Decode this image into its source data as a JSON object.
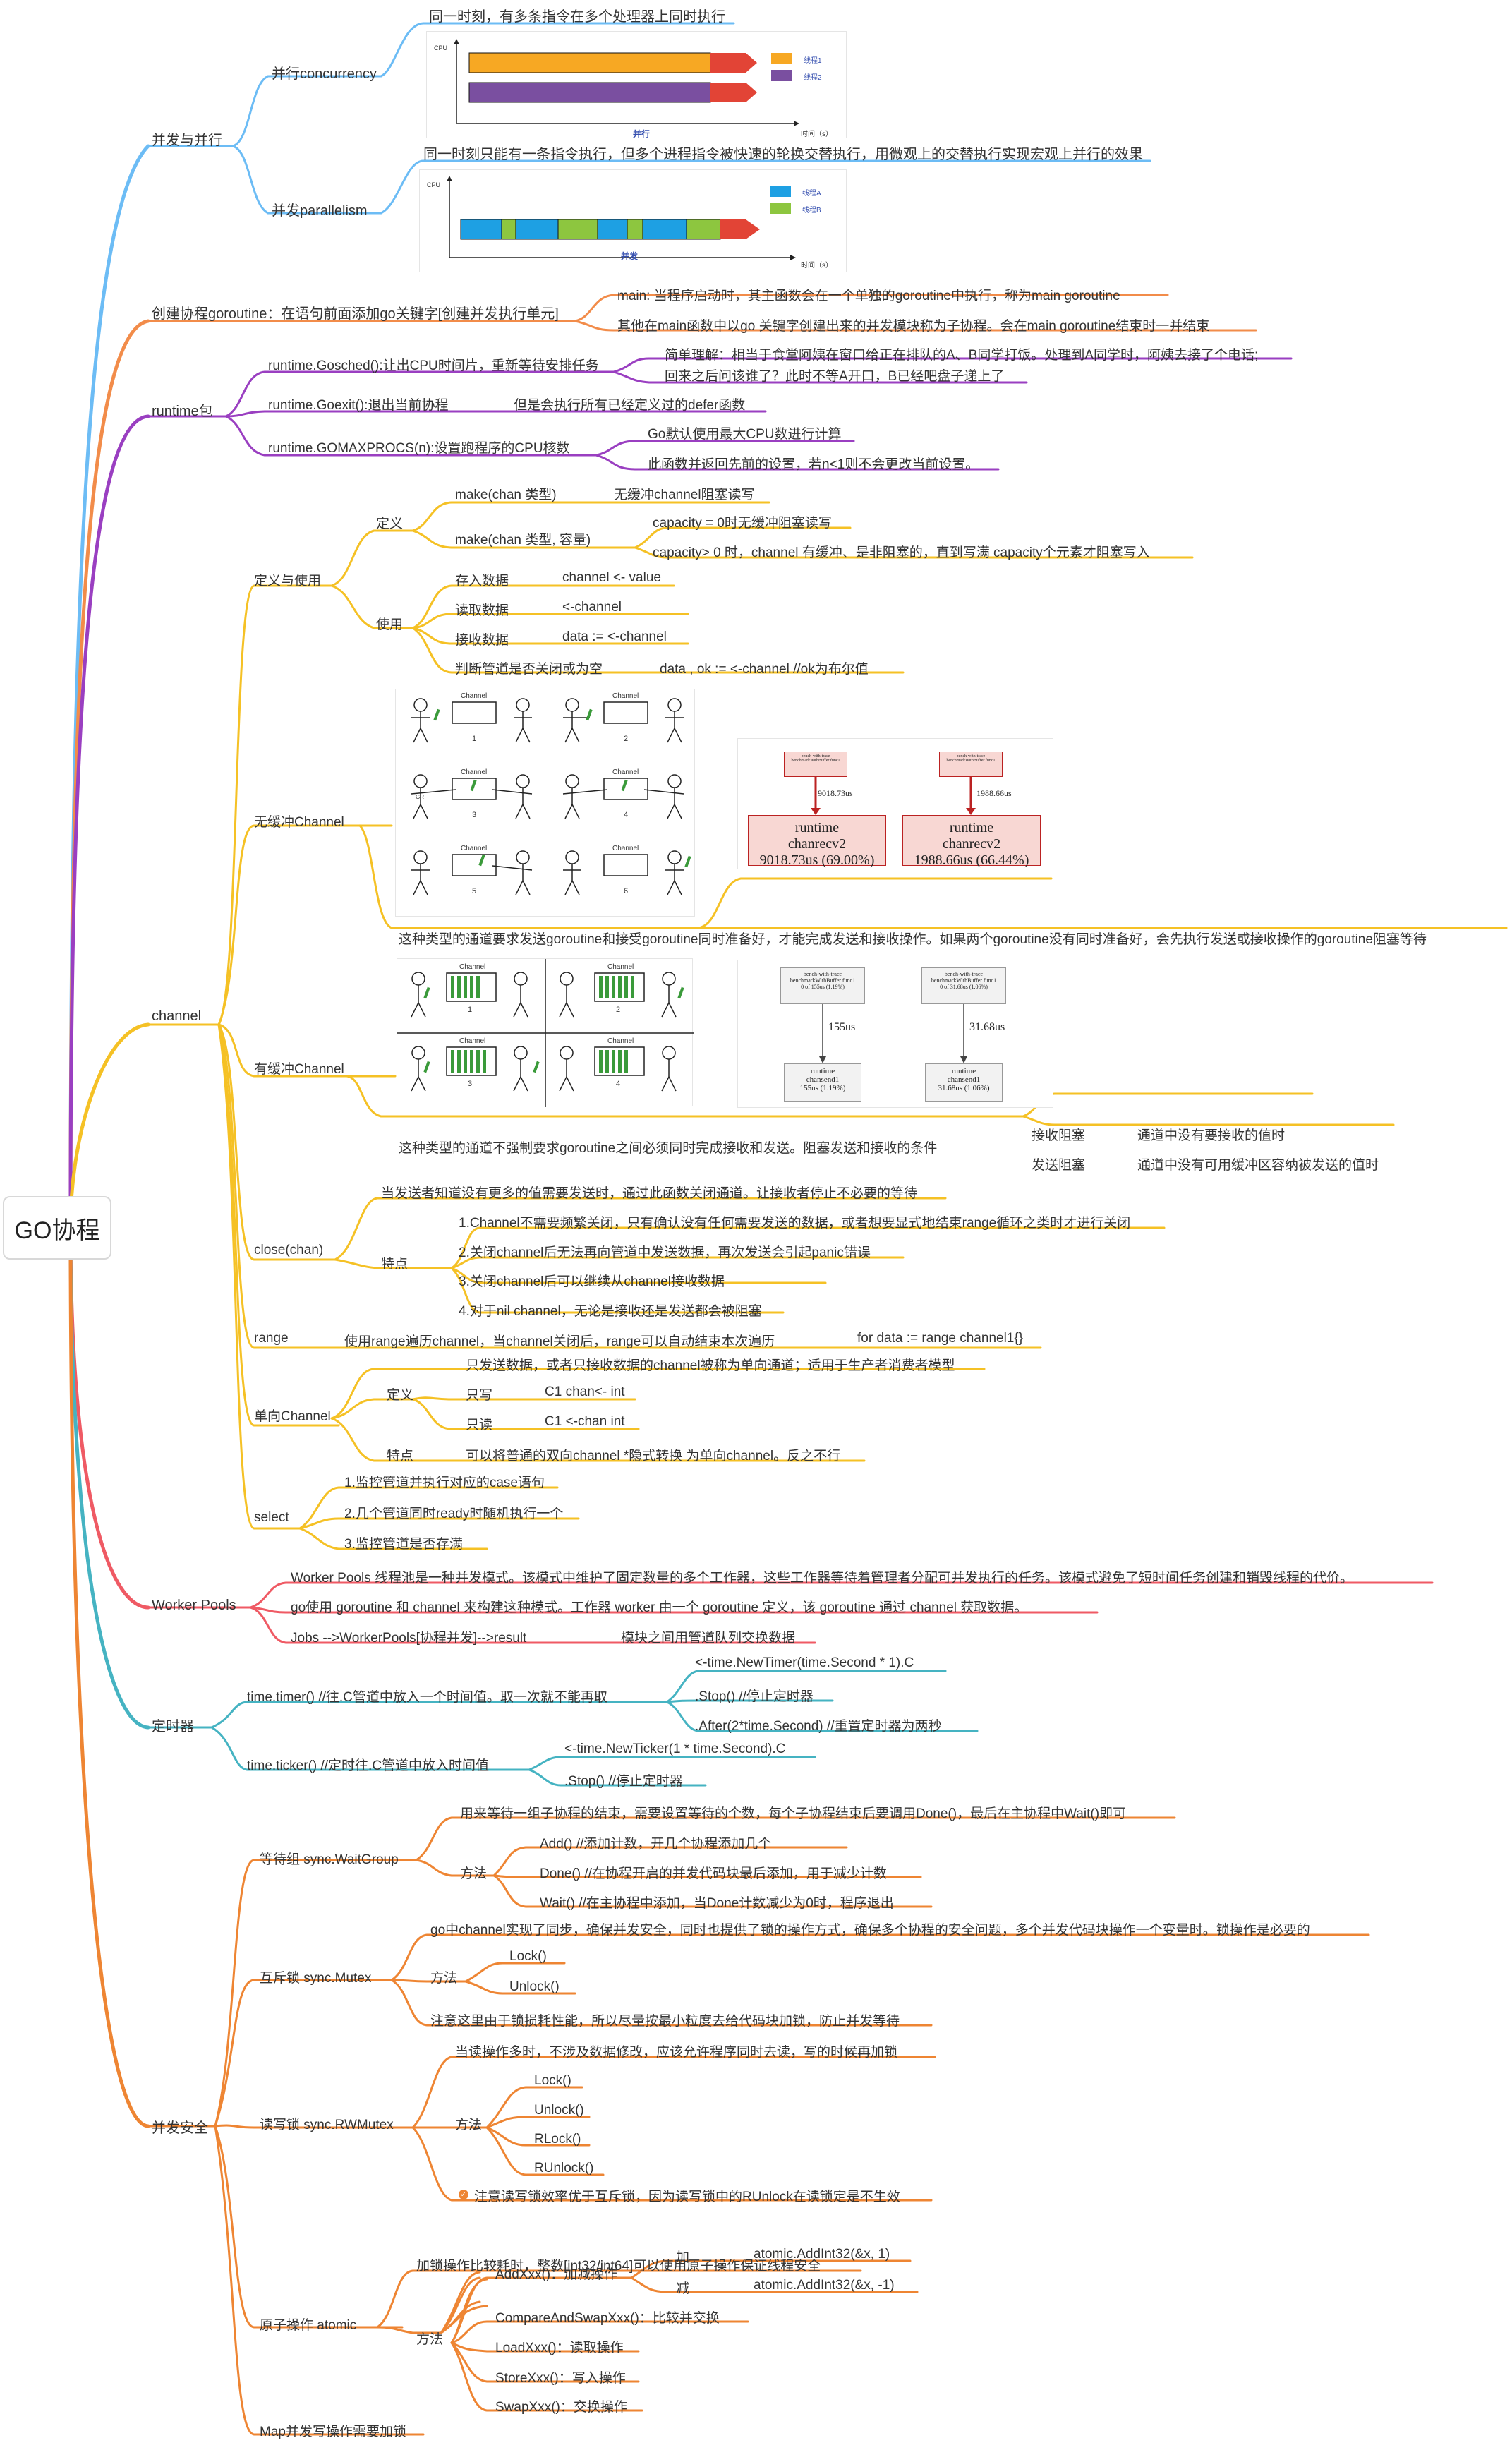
{
  "root": "GO协程",
  "colors": {
    "blue": "#6cbcf5",
    "orange": "#f28c4a",
    "purple": "#9a3fc1",
    "yellow": "#f5c125",
    "red": "#ef5a64",
    "teal": "#45b3c2",
    "orange2": "#ee8533"
  },
  "branches": {
    "concurrency": {
      "label": "并发与并行",
      "conc_label": "并行concurrency",
      "conc_desc": "同一时刻，有多条指令在多个处理器上同时执行",
      "conc_img": {
        "cpu": "CPU",
        "x_label": "并行",
        "t_label": "时间（s）",
        "legend1": "线程1",
        "legend2": "线程2"
      },
      "para_label": "并发parallelism",
      "para_desc": "同一时刻只能有一条指令执行，但多个进程指令被快速的轮换交替执行，用微观上的交替执行实现宏观上并行的效果",
      "para_img": {
        "cpu": "CPU",
        "x_label": "并发",
        "t_label": "时间（s）",
        "legend1": "线程A",
        "legend2": "线程B"
      }
    },
    "create": {
      "label": "创建协程goroutine：在语句前面添加go关键字[创建并发执行单元]",
      "main": "main: 当程序启动时，其主函数会在一个单独的goroutine中执行，称为main goroutine",
      "other": "其他在main函数中以go 关键字创建出来的并发模块称为子协程。会在main goroutine结束时一并结束"
    },
    "runtime": {
      "label": "runtime包",
      "gosched": "runtime.Gosched():让出CPU时间片，重新等待安排任务",
      "gosched_note1": "简单理解：相当于食堂阿姨在窗口给正在排队的A、B同学打饭。处理到A同学时，阿姨去接了个电话;",
      "gosched_note2": "回来之后问该谁了？此时不等A开口，B已经吧盘子递上了",
      "goexit": "runtime.Goexit():退出当前协程",
      "goexit_note": "但是会执行所有已经定义过的defer函数",
      "gomax": "runtime.GOMAXPROCS(n):设置跑程序的CPU核数",
      "gomax_note1": "Go默认使用最大CPU数进行计算",
      "gomax_note2": "此函数并返回先前的设置，若n<1则不会更改当前设置。"
    },
    "channel": {
      "label": "channel",
      "def_use": "定义与使用",
      "define": "定义",
      "make1": "make(chan 类型)",
      "make1_note": "无缓冲channel阻塞读写",
      "make2": "make(chan 类型, 容量)",
      "make2_note1": "capacity = 0时无缓冲阻塞读写",
      "make2_note2": "capacity> 0 时，channel 有缓冲、是非阻塞的，直到写满 capacity个元素才阻塞写入",
      "use": "使用",
      "store": "存入数据",
      "store_code": "channel <- value",
      "read": "读取数据",
      "read_code": "<-channel",
      "recv": "接收数据",
      "recv_code": "data := <-channel",
      "judge": "判断管道是否关闭或为空",
      "judge_code": "data , ok := <-channel //ok为布尔值",
      "unbuf": "无缓冲Channel",
      "unbuf_desc": "这种类型的通道要求发送goroutine和接受goroutine同时准备好，才能完成发送和接收操作。如果两个goroutine没有同时准备好，会先执行发送或接收操作的goroutine阻塞等待",
      "unbuf_img": {
        "ch": "Channel",
        "gr": "GR",
        "n1": "1",
        "n2": "2",
        "n3": "3",
        "n4": "4",
        "n5": "5",
        "n6": "6",
        "b1_title": "bench-with-trace benchmarkWithBuffer func1",
        "b1_val": "9018.73us",
        "b1_node1": "runtime",
        "b1_node2": "chanrecv2",
        "b1_node3": "9018.73us (69.00%)",
        "b2_title": "bench-with-trace benchmarkWithBuffer func1",
        "b2_val": "1988.66us",
        "b2_node1": "runtime",
        "b2_node2": "chanrecv2",
        "b2_node3": "1988.66us (66.44%)"
      },
      "buf": "有缓冲Channel",
      "buf_desc": "这种类型的通道不强制要求goroutine之间必须同时完成接收和发送。阻塞发送和接收的条件",
      "buf_recv_block": "接收阻塞",
      "buf_recv_note": "通道中没有要接收的值时",
      "buf_send_block": "发送阻塞",
      "buf_send_note": "通道中没有可用缓冲区容纳被发送的值时",
      "buf_img": {
        "b1_title": "bench-with-trace benchmarkWithBuffer func1",
        "b1_sub": "0 of 155us (1.19%)",
        "b1_val": "155us",
        "b1_node1": "runtime",
        "b1_node2": "chansend1",
        "b1_node3": "155us (1.19%)",
        "b2_title": "bench-with-trace benchmarkWithBuffer func1",
        "b2_sub": "0 of 31.68us (1.06%)",
        "b2_val": "31.68us",
        "b2_node1": "runtime",
        "b2_node2": "chansend1",
        "b2_node3": "31.68us (1.06%)"
      },
      "close": "close(chan)",
      "close_desc": "当发送者知道没有更多的值需要发送时，通过此函数关闭通道。让接收者停止不必要的等待",
      "close_feat": "特点",
      "close_f1": "1.Channel不需要频繁关闭，只有确认没有任何需要发送的数据，或者想要显式地结束range循环之类时才进行关闭",
      "close_f2": "2.关闭channel后无法再向管道中发送数据，再次发送会引起panic错误",
      "close_f3": "3.关闭channel后可以继续从channel接收数据",
      "close_f4": "4.对于nil channel，无论是接收还是发送都会被阻塞",
      "range": "range",
      "range_desc": "使用range遍历channel，当channel关闭后，range可以自动结束本次遍历",
      "range_code": "for data := range channel1{}",
      "single": "单向Channel",
      "single_def": "定义",
      "single_def_desc": "只发送数据，或者只接收数据的channel被称为单向通道；适用于生产者消费者模型",
      "write_only": "只写",
      "write_code": "C1 chan<- int",
      "read_only": "只读",
      "read_code2": "C1 <-chan int",
      "single_feat": "特点",
      "single_feat_desc": "可以将普通的双向channel *隐式转换 为单向channel。反之不行",
      "select": "select",
      "select1": "1.监控管道并执行对应的case语句",
      "select2": "2.几个管道同时ready时随机执行一个",
      "select3": "3.监控管道是否存满"
    },
    "pools": {
      "label": "Worker Pools",
      "desc1": "Worker Pools 线程池是一种并发模式。该模式中维护了固定数量的多个工作器，这些工作器等待着管理者分配可并发执行的任务。该模式避免了短时间任务创建和销毁线程的代价。",
      "desc2": "go使用 goroutine 和 channel 来构建这种模式。工作器 worker 由一个 goroutine 定义，该 goroutine 通过 channel 获取数据。",
      "jobs": "Jobs -->WorkerPools[协程并发]-->result",
      "jobs_note": "模块之间用管道队列交换数据"
    },
    "timer": {
      "label": "定时器",
      "timer": "time.timer() //往.C管道中放入一个时间值。取一次就不能再取",
      "t1": "<-time.NewTimer(time.Second * 1).C",
      "t2": ".Stop() //停止定时器",
      "t3": ".After(2*time.Second) //重置定时器为两秒",
      "ticker": "time.ticker() //定时往.C管道中放入时间值",
      "k1": "<-time.NewTicker(1 * time.Second).C",
      "k2": ".Stop() //停止定时器"
    },
    "safety": {
      "label": "并发安全",
      "wg": "等待组 sync.WaitGroup",
      "wg_desc": "用来等待一组子协程的结束，需要设置等待的个数，每个子协程结束后要调用Done()，最后在主协程中Wait()即可",
      "wg_method": "方法",
      "wg_add": "Add() //添加计数，开几个协程添加几个",
      "wg_done": "Done() //在协程开启的并发代码块最后添加，用于减少计数",
      "wg_wait": "Wait() //在主协程中添加，当Done计数减少为0时，程序退出",
      "mutex": "互斥锁 sync.Mutex",
      "mutex_desc": "go中channel实现了同步，确保并发安全，同时也提供了锁的操作方式，确保多个协程的安全问题，多个并发代码块操作一个变量时。锁操作是必要的",
      "mutex_method": "方法",
      "mutex_lock": "Lock()",
      "mutex_unlock": "Unlock()",
      "mutex_note": "注意这里由于锁损耗性能，所以尽量按最小粒度去给代码块加锁，防止并发等待",
      "rw": "读写锁 sync.RWMutex",
      "rw_desc": "当读操作多时，不涉及数据修改，应该允许程序同时去读，写的时候再加锁",
      "rw_method": "方法",
      "rw_lock": "Lock()",
      "rw_unlock": "Unlock()",
      "rw_rlock": "RLock()",
      "rw_runlock": "RUnlock()",
      "rw_note": "注意读写锁效率优于互斥锁，因为读写锁中的RUnlock在读锁定是不生效",
      "atomic": "原子操作 atomic",
      "atomic_desc": "加锁操作比较耗时，整数[int32/int64]可以使用原子操作保证线程安全",
      "atomic_method": "方法",
      "atomic_add": "AddXxx()：加减操作",
      "atomic_plus": "加",
      "atomic_plus_code": "atomic.AddInt32(&x, 1)",
      "atomic_minus": "减",
      "atomic_minus_code": "atomic.AddInt32(&x, -1)",
      "atomic_cas": "CompareAndSwapXxx()：比较并交换",
      "atomic_load": "LoadXxx()：读取操作",
      "atomic_store": "StoreXxx()：写入操作",
      "atomic_swap": "SwapXxx()：交换操作",
      "map": "Map并发写操作需要加锁"
    }
  }
}
